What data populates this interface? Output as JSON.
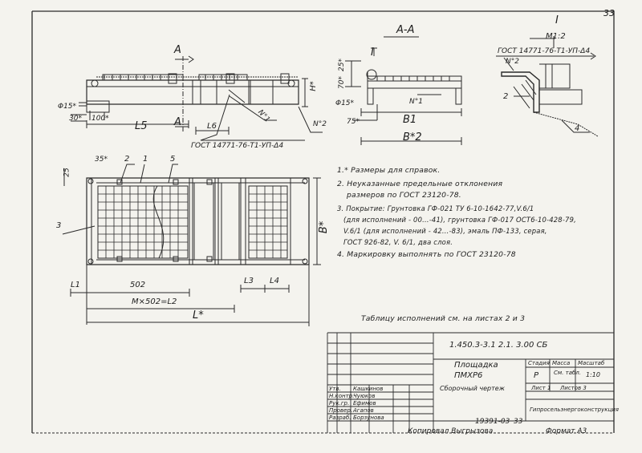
{
  "page_number": "33",
  "section_title": "A-A",
  "detail": {
    "label": "I",
    "scale": "M1:2",
    "gost": "ГОСТ 14771-76-Т1-УП-Δ4",
    "marks": [
      "N°2",
      "2",
      "4"
    ]
  },
  "view_marks": {
    "cut_top": "A",
    "cut_bottom": "A",
    "callout": "I"
  },
  "front_dims": {
    "d15": "Φ15*",
    "d30": "30*",
    "d100": "100*",
    "l5": "L5",
    "l6": "L6",
    "n1": "N°1",
    "n2": "N°2",
    "h": "H*",
    "gost": "ГОСТ 14771-76-Т1-УП-Δ4"
  },
  "section_dims": {
    "d25": "25*",
    "d70": "70*",
    "d15": "Φ15*",
    "d75": "75*",
    "b1": "B1",
    "b2": "B*2",
    "n1": "N°1"
  },
  "plan_dims": {
    "d35": "35*",
    "d25": "25",
    "m2": "2",
    "m1": "1",
    "m5": "5",
    "m3": "3",
    "l1": "L1",
    "d502": "502",
    "l3": "L3",
    "l4": "L4",
    "ml2": "M×502=L2",
    "lstar": "L*",
    "bstar": "B*"
  },
  "notes": [
    "1.* Размеры для справок.",
    "2. Неуказанные предельные отклонения",
    "размеров по ГОСТ 23120-78.",
    "3. Покрытие: Грунтовка ГФ-021 ТУ 6-10-1642-77,V.6/1",
    "(для исполнений - 00...-41), грунтовка ГФ-017 ОСТ6-10-428-79,",
    "V.6/1 (для исполнений - 42...-83), эмаль ПФ-133, серая,",
    "ГОСТ 926-82, V. 6/1, два слоя.",
    "4. Маркировку выполнять по ГОСТ 23120-78"
  ],
  "tables_note": "Таблицу исполнений см. на листах 2 и 3",
  "title_block": {
    "code": "1.450.3-3.1   2.1. 3.00 СБ",
    "name_line1": "Площадка",
    "name_line2": "ПМХР6",
    "doc_type": "Сборочный чертеж",
    "headers": [
      "Стадия",
      "Масса",
      "Масштаб"
    ],
    "stage": "Р",
    "mass": "См. табл.",
    "scale": "1:10",
    "sheet": "Лист 1",
    "sheets": "Листов 3",
    "org": "Гипросельэнергоконструкция",
    "people": [
      {
        "role": "Утв.",
        "name": "Кашкинов"
      },
      {
        "role": "Н.контр.",
        "name": "Чуюков"
      },
      {
        "role": "Рук.гр.",
        "name": "Ефимов"
      },
      {
        "role": "Провер.",
        "name": "Агапов"
      },
      {
        "role": "Разраб.",
        "name": "Борзунова"
      }
    ]
  },
  "bottom": {
    "inv": "19391-03",
    "page": "33",
    "copied": "Копировал Выгрызова",
    "format": "Формат А3"
  }
}
